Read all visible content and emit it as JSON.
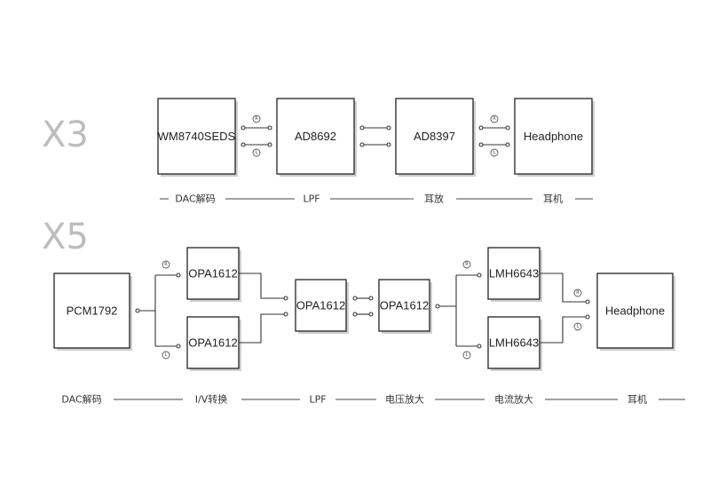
{
  "diagrams": {
    "x3": {
      "title": "X3",
      "blocks": [
        "WM8740SEDS",
        "AD8692",
        "AD8397",
        "Headphone"
      ],
      "stages": [
        "DAC解码",
        "LPF",
        "耳放",
        "耳机"
      ],
      "channel_badges": [
        "R",
        "L"
      ]
    },
    "x5": {
      "title": "X5",
      "blocks": {
        "dac": "PCM1792",
        "iv_top": "OPA1612",
        "iv_bottom": "OPA1612",
        "lpf": "OPA1612",
        "voltage_amp": "OPA1612",
        "current_top": "LMH6643",
        "current_bottom": "LMH6643",
        "headphone": "Headphone"
      },
      "stages": [
        "DAC解码",
        "I/V转换",
        "LPF",
        "电压放大",
        "电流放大",
        "耳机"
      ],
      "channel_badges": [
        "R",
        "L"
      ]
    }
  }
}
